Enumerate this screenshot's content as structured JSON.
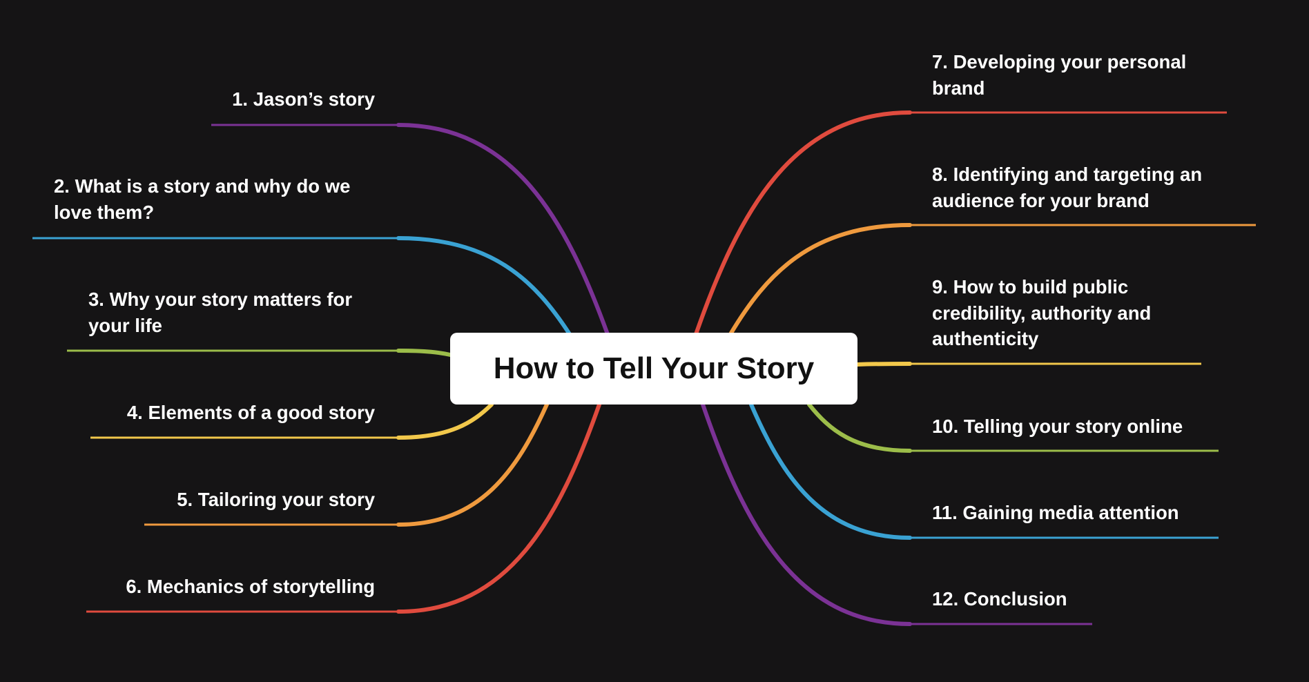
{
  "title": "How to Tell Your Story",
  "branches": [
    {
      "side": "left",
      "lines": [
        "1. Jason’s story"
      ],
      "color": "#7b3295"
    },
    {
      "side": "left",
      "lines": [
        "2. What is a story and why do we",
        "love them?"
      ],
      "color": "#3aa2d3"
    },
    {
      "side": "left",
      "lines": [
        "3. Why your story matters for",
        "your life"
      ],
      "color": "#9cbd4a"
    },
    {
      "side": "left",
      "lines": [
        "4. Elements of a good story"
      ],
      "color": "#f2c84b"
    },
    {
      "side": "left",
      "lines": [
        "5. Tailoring your story"
      ],
      "color": "#ef9a3e"
    },
    {
      "side": "left",
      "lines": [
        "6. Mechanics of storytelling"
      ],
      "color": "#e04b3e"
    },
    {
      "side": "right",
      "lines": [
        "7. Developing your personal",
        "brand"
      ],
      "color": "#e04b3e"
    },
    {
      "side": "right",
      "lines": [
        "8. Identifying and targeting an",
        "audience for your brand"
      ],
      "color": "#ef9a3e"
    },
    {
      "side": "right",
      "lines": [
        "9. How to build public",
        "credibility, authority and",
        "authenticity"
      ],
      "color": "#f2c84b"
    },
    {
      "side": "right",
      "lines": [
        "10. Telling your story online"
      ],
      "color": "#9cbd4a"
    },
    {
      "side": "right",
      "lines": [
        "11. Gaining media attention"
      ],
      "color": "#3aa2d3"
    },
    {
      "side": "right",
      "lines": [
        "12. Conclusion"
      ],
      "color": "#7b3295"
    }
  ]
}
